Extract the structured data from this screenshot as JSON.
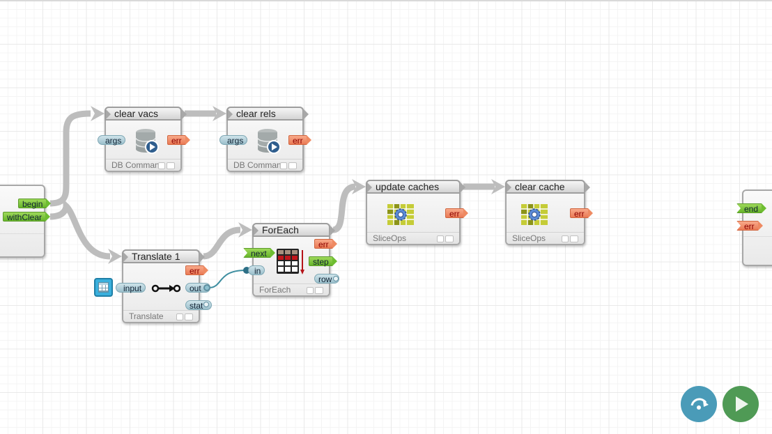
{
  "canvas": {
    "grid": true,
    "colors": {
      "wire": "#bdbdbd",
      "data_wire": "#3e8ea0",
      "green_port": "#6ebd31",
      "orange_port": "#ee8a62",
      "blue_port": "#9cc0cc"
    }
  },
  "start_node": {
    "outputs": [
      {
        "label": "begin"
      },
      {
        "label": "withClear"
      }
    ]
  },
  "end_node": {
    "inputs": [
      {
        "label": "end"
      },
      {
        "label": "err"
      }
    ]
  },
  "nodes": [
    {
      "id": "clear_vacs",
      "title": "clear vacs",
      "type_label": "DB Command",
      "icon": "database-run-icon",
      "inputs": [
        "args"
      ],
      "outputs": [
        "err"
      ]
    },
    {
      "id": "clear_rels",
      "title": "clear rels",
      "type_label": "DB Command",
      "icon": "database-run-icon",
      "inputs": [
        "args"
      ],
      "outputs": [
        "err"
      ]
    },
    {
      "id": "translate_1",
      "title": "Translate 1",
      "type_label": "Translate",
      "icon": "translate-arrow-icon",
      "inputs": [
        "input"
      ],
      "outputs": [
        "err",
        "out",
        "stat"
      ]
    },
    {
      "id": "foreach",
      "title": "ForEach",
      "type_label": "ForEach",
      "icon": "table-iterate-icon",
      "inputs": [
        "next",
        "in"
      ],
      "outputs": [
        "err",
        "step",
        "row"
      ]
    },
    {
      "id": "update_caches",
      "title": "update caches",
      "type_label": "SliceOps",
      "icon": "slice-gear-icon",
      "outputs": [
        "err"
      ]
    },
    {
      "id": "clear_cache",
      "title": "clear cache",
      "type_label": "SliceOps",
      "icon": "slice-gear-icon",
      "outputs": [
        "err"
      ]
    }
  ],
  "controls": {
    "step_button": {
      "icon": "step-over-icon",
      "color": "#4a9bb8"
    },
    "run_button": {
      "icon": "play-icon",
      "color": "#4f9a55"
    }
  }
}
